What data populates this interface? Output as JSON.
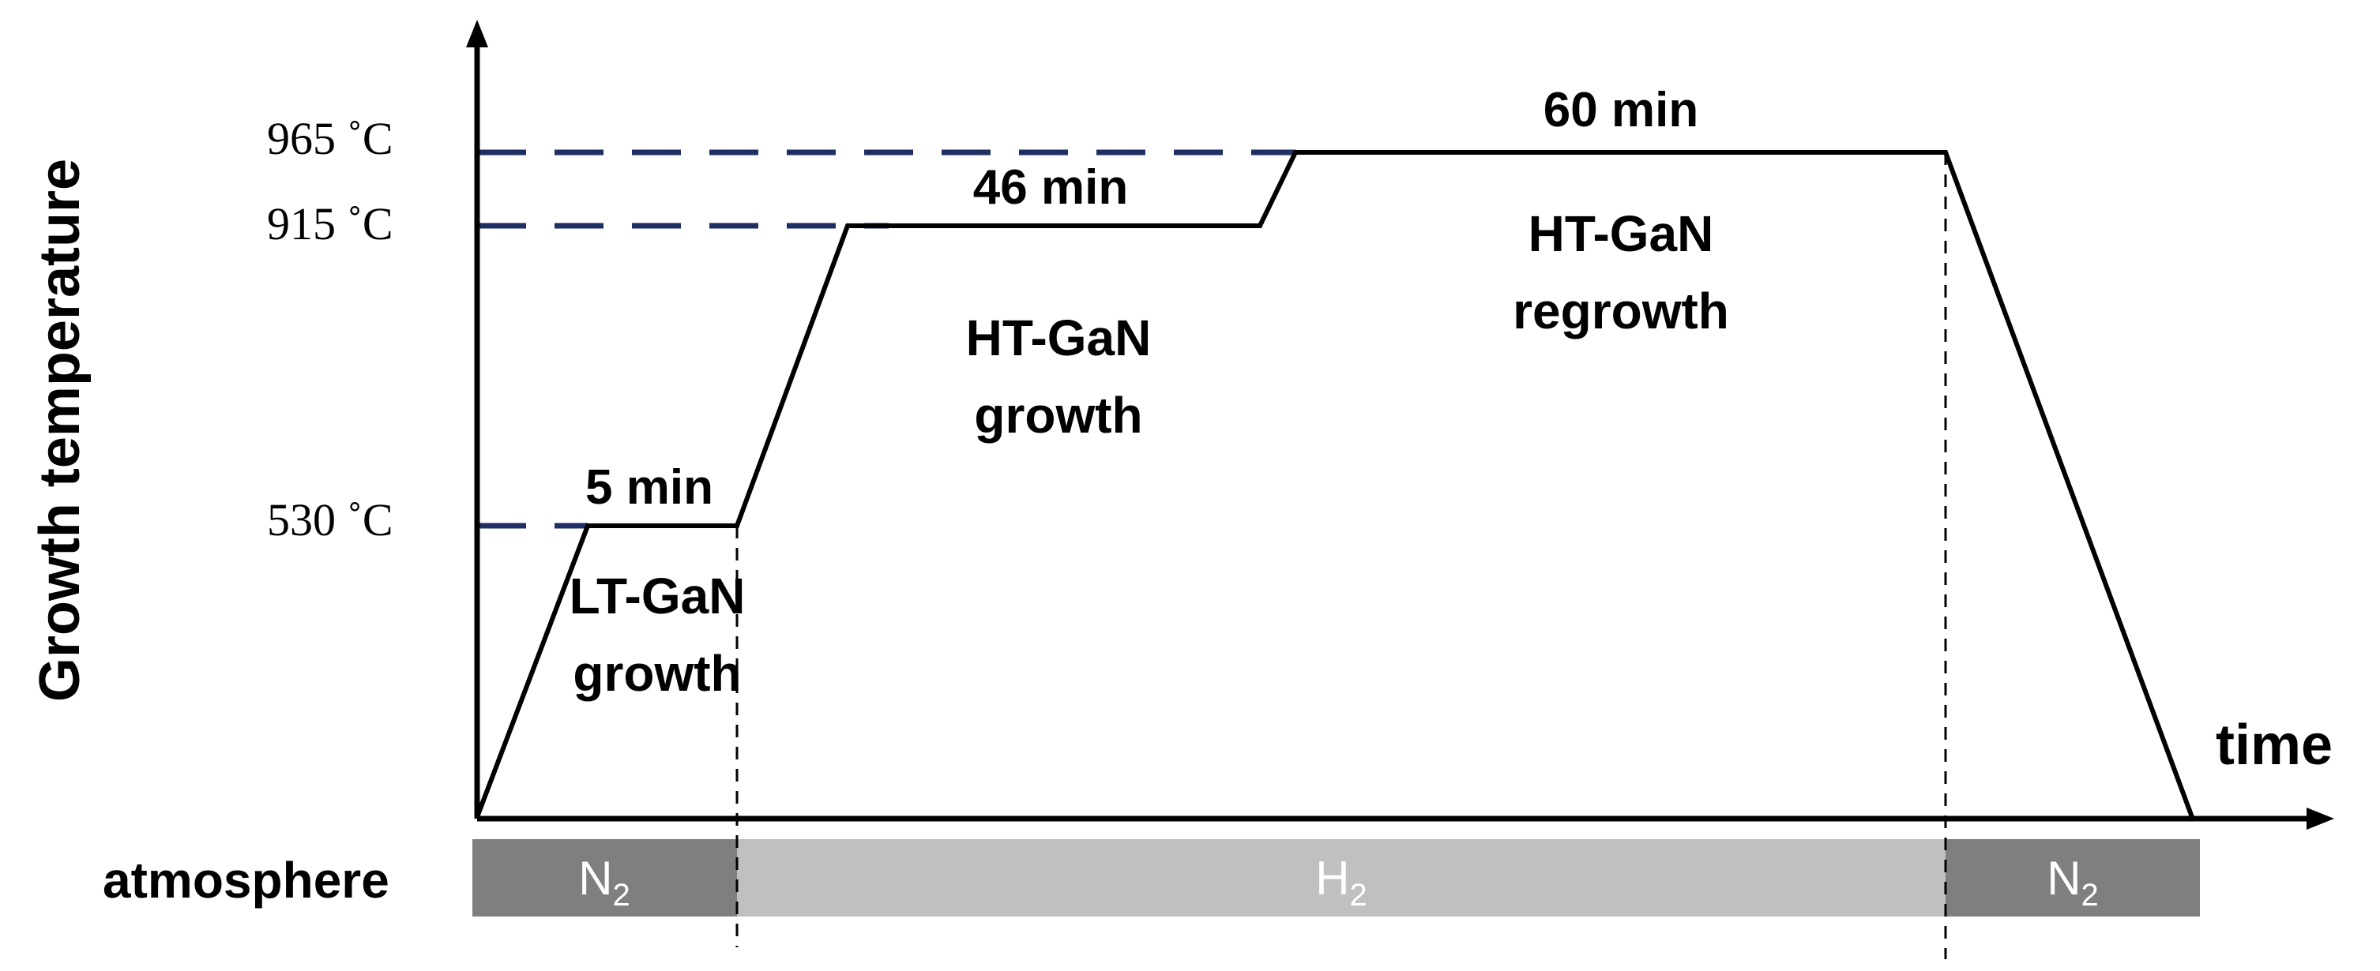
{
  "y_axis_label": "Growth temperature",
  "x_axis_label": "time",
  "atmosphere_label": "atmosphere",
  "temperatures": {
    "t965": "965 ˚C",
    "t915": "915 ˚C",
    "t530": "530 ˚C"
  },
  "durations": {
    "lt_hold": "5 min",
    "ht_hold": "46 min",
    "regrowth_hold": "60 min"
  },
  "stages": {
    "lt_growth": [
      "LT-GaN",
      "growth"
    ],
    "ht_growth": [
      "HT-GaN",
      "growth"
    ],
    "ht_regrowth": [
      "HT-GaN",
      "regrowth"
    ]
  },
  "atmosphere_segments": {
    "first": {
      "gas": "N",
      "sub": "2"
    },
    "middle": {
      "gas": "H",
      "sub": "2"
    },
    "last": {
      "gas": "N",
      "sub": "2"
    }
  },
  "colors": {
    "profile": "#000000",
    "guide": "#1f2f63",
    "n2_bar": "#7f7f7f",
    "h2_bar": "#c0c0c0"
  }
}
